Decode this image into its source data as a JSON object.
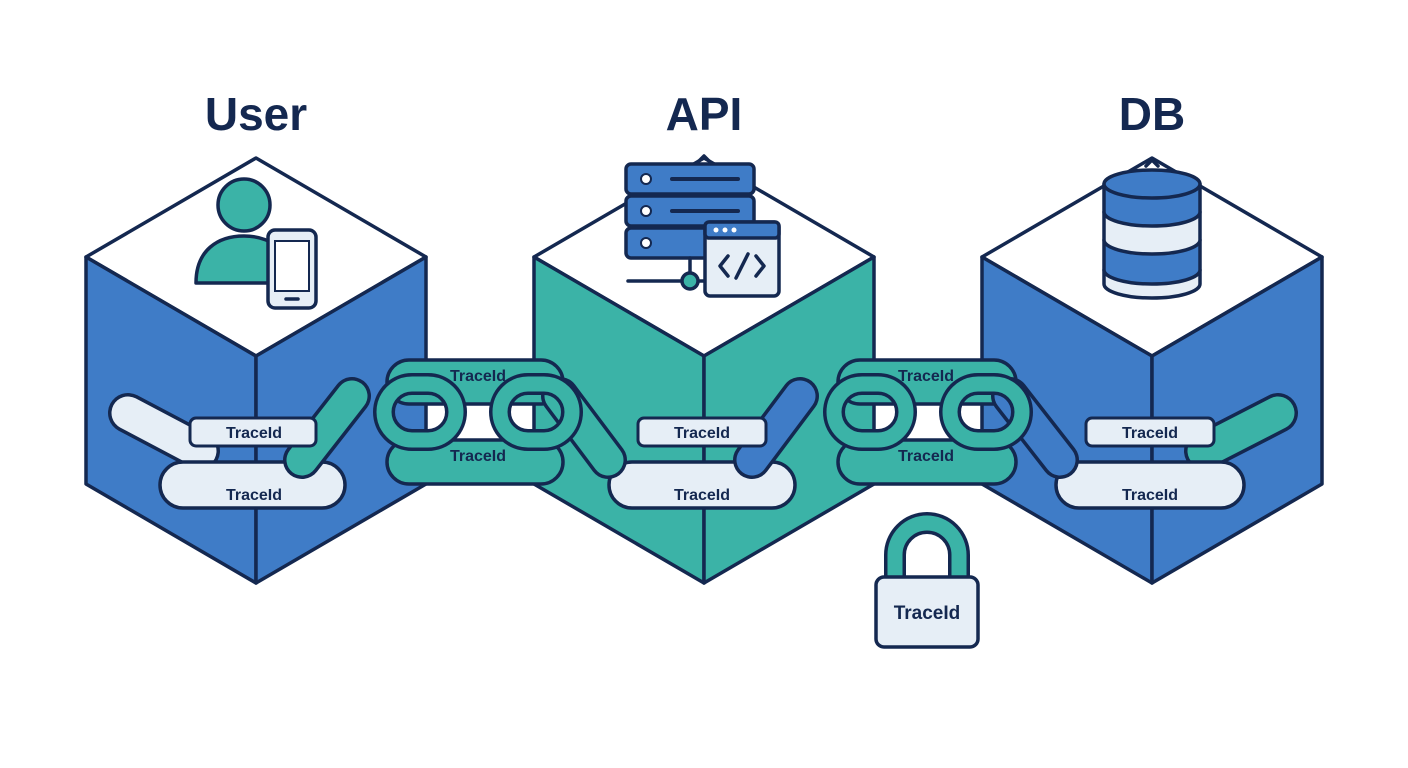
{
  "colors": {
    "outline": "#142850",
    "blue": "#3f7cc7",
    "teal": "#3bb3a7",
    "light": "#e6eef6",
    "white": "#ffffff"
  },
  "nodes": [
    {
      "title": "User",
      "icon": "user-with-phone-icon",
      "color": "blue"
    },
    {
      "title": "API",
      "icon": "server-with-code-window-icon",
      "color": "teal"
    },
    {
      "title": "DB",
      "icon": "database-icon",
      "color": "blue"
    }
  ],
  "chain": {
    "labels": [
      "TraceId",
      "TraceId",
      "TraceId",
      "TraceId",
      "TraceId",
      "TraceId",
      "TraceId",
      "TraceId",
      "TraceId",
      "TraceId"
    ]
  },
  "lock": {
    "label": "TraceId",
    "icon": "padlock-icon"
  }
}
